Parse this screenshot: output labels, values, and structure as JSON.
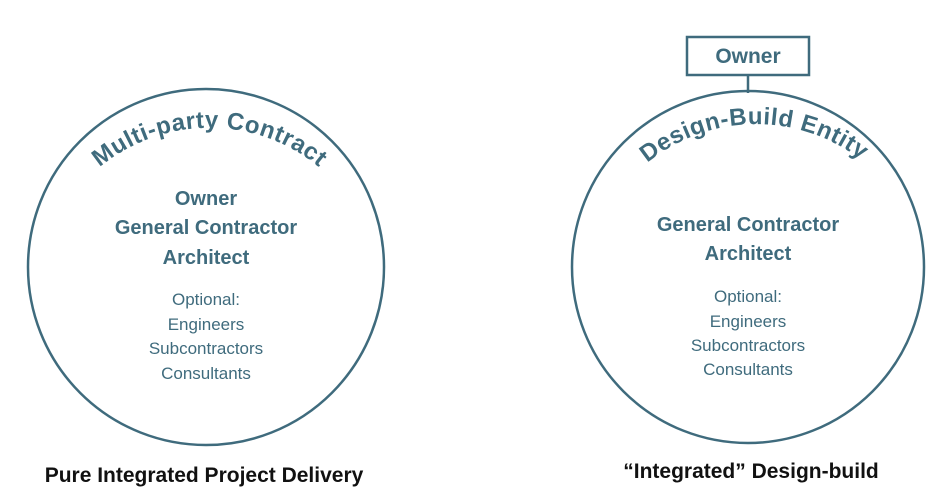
{
  "colors": {
    "primary": "#3f6b7d",
    "caption": "#111111"
  },
  "left": {
    "arc_label": "Multi-party Contract",
    "members": [
      "Owner",
      "General Contractor",
      "Architect"
    ],
    "optional_heading": "Optional:",
    "optional": [
      "Engineers",
      "Subcontractors",
      "Consultants"
    ],
    "caption": "Pure Integrated Project Delivery"
  },
  "right": {
    "owner_box": "Owner",
    "arc_label": "Design-Build Entity",
    "members": [
      "General Contractor",
      "Architect"
    ],
    "optional_heading": "Optional:",
    "optional": [
      "Engineers",
      "Subcontractors",
      "Consultants"
    ],
    "caption": "“Integrated” Design-build"
  }
}
